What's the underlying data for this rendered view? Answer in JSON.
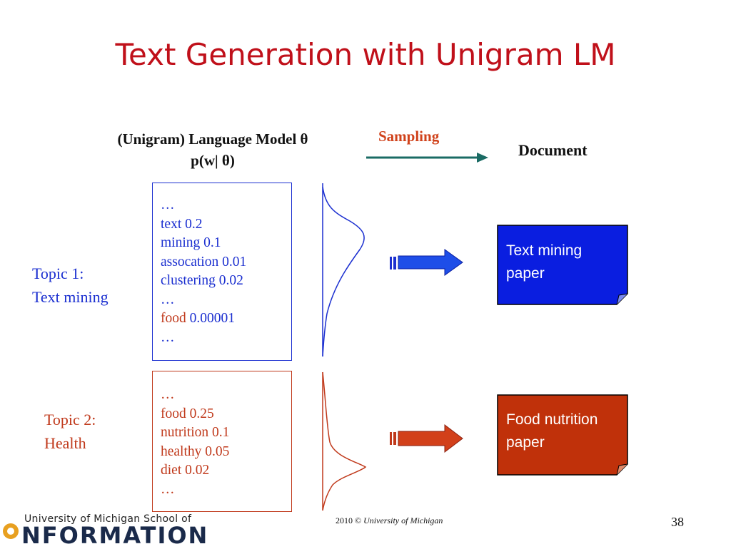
{
  "slide": {
    "title": "Text Generation with Unigram LM",
    "page_number": "38",
    "footer_year": "2010",
    "footer_copyright": "©",
    "footer_org": "University of Michigan"
  },
  "header": {
    "lm_line1": "(Unigram) Language Model  θ",
    "lm_line2": "p(w| θ)",
    "sampling": "Sampling",
    "document": "Document"
  },
  "topics": [
    {
      "line1": "Topic 1:",
      "line2": "Text mining",
      "color": "#1b2fd0",
      "model_rows": [
        "…",
        "text  0.2",
        "mining 0.1",
        "assocation 0.01",
        "clustering 0.02",
        "…",
        "0.00001",
        "…"
      ],
      "highlight_word": "food",
      "document_line1": "Text mining",
      "document_line2": "paper",
      "document_color": "#0a1ee0"
    },
    {
      "line1": "Topic 2:",
      "line2": "Health",
      "color": "#c0391b",
      "model_rows": [
        "…",
        "food 0.25",
        "nutrition 0.1",
        "healthy 0.05",
        "diet 0.02",
        "…"
      ],
      "document_line1": "Food nutrition",
      "document_line2": "paper",
      "document_color": "#c0310a"
    }
  ],
  "logo": {
    "top_text": "University of Michigan School of",
    "main_text": "NFORMATION",
    "initial": "i"
  }
}
